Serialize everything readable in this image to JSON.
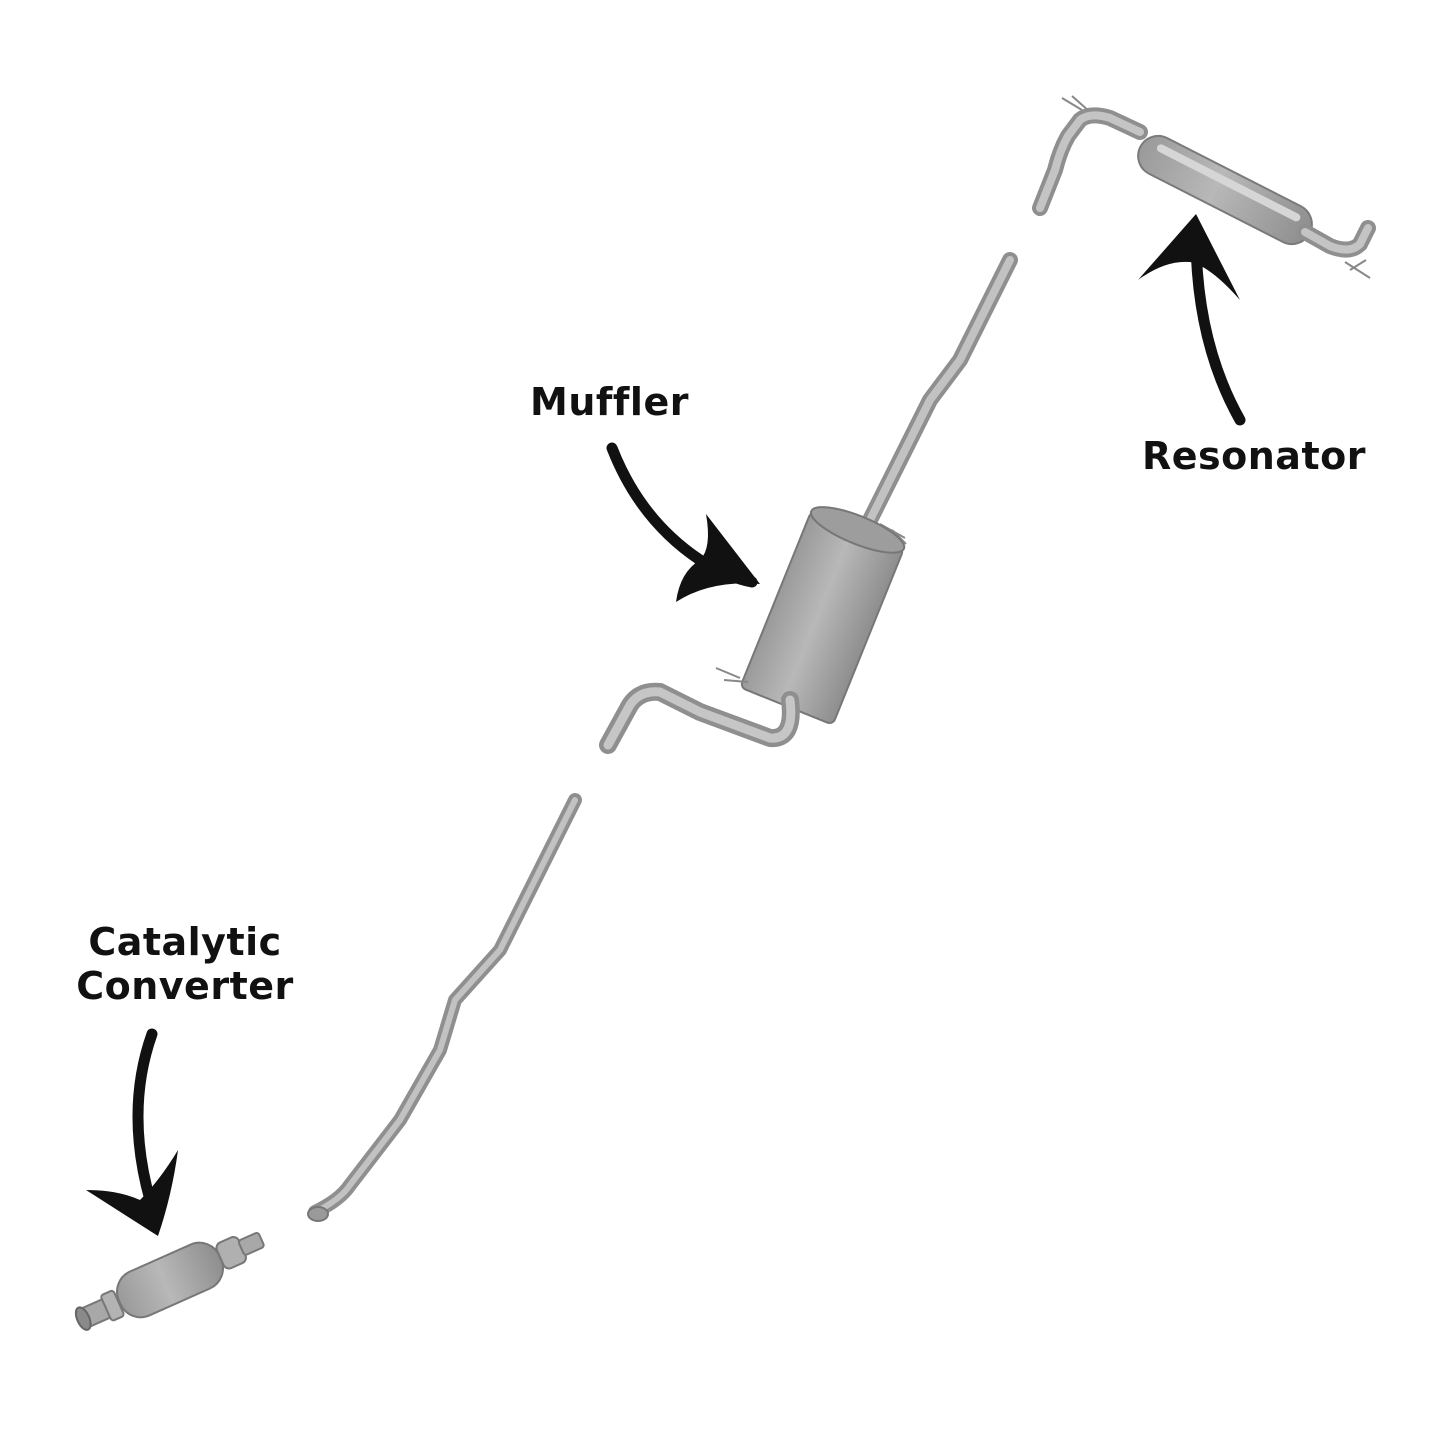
{
  "labels": {
    "muffler": "Muffler",
    "resonator": "Resonator",
    "catalytic_line1": "Catalytic",
    "catalytic_line2": "Converter"
  },
  "colors": {
    "pipe": "#a9a9a9",
    "pipe_dark": "#7f7f7f",
    "pipe_light": "#d0d0d0",
    "arrow": "#111111",
    "background": "#ffffff"
  }
}
